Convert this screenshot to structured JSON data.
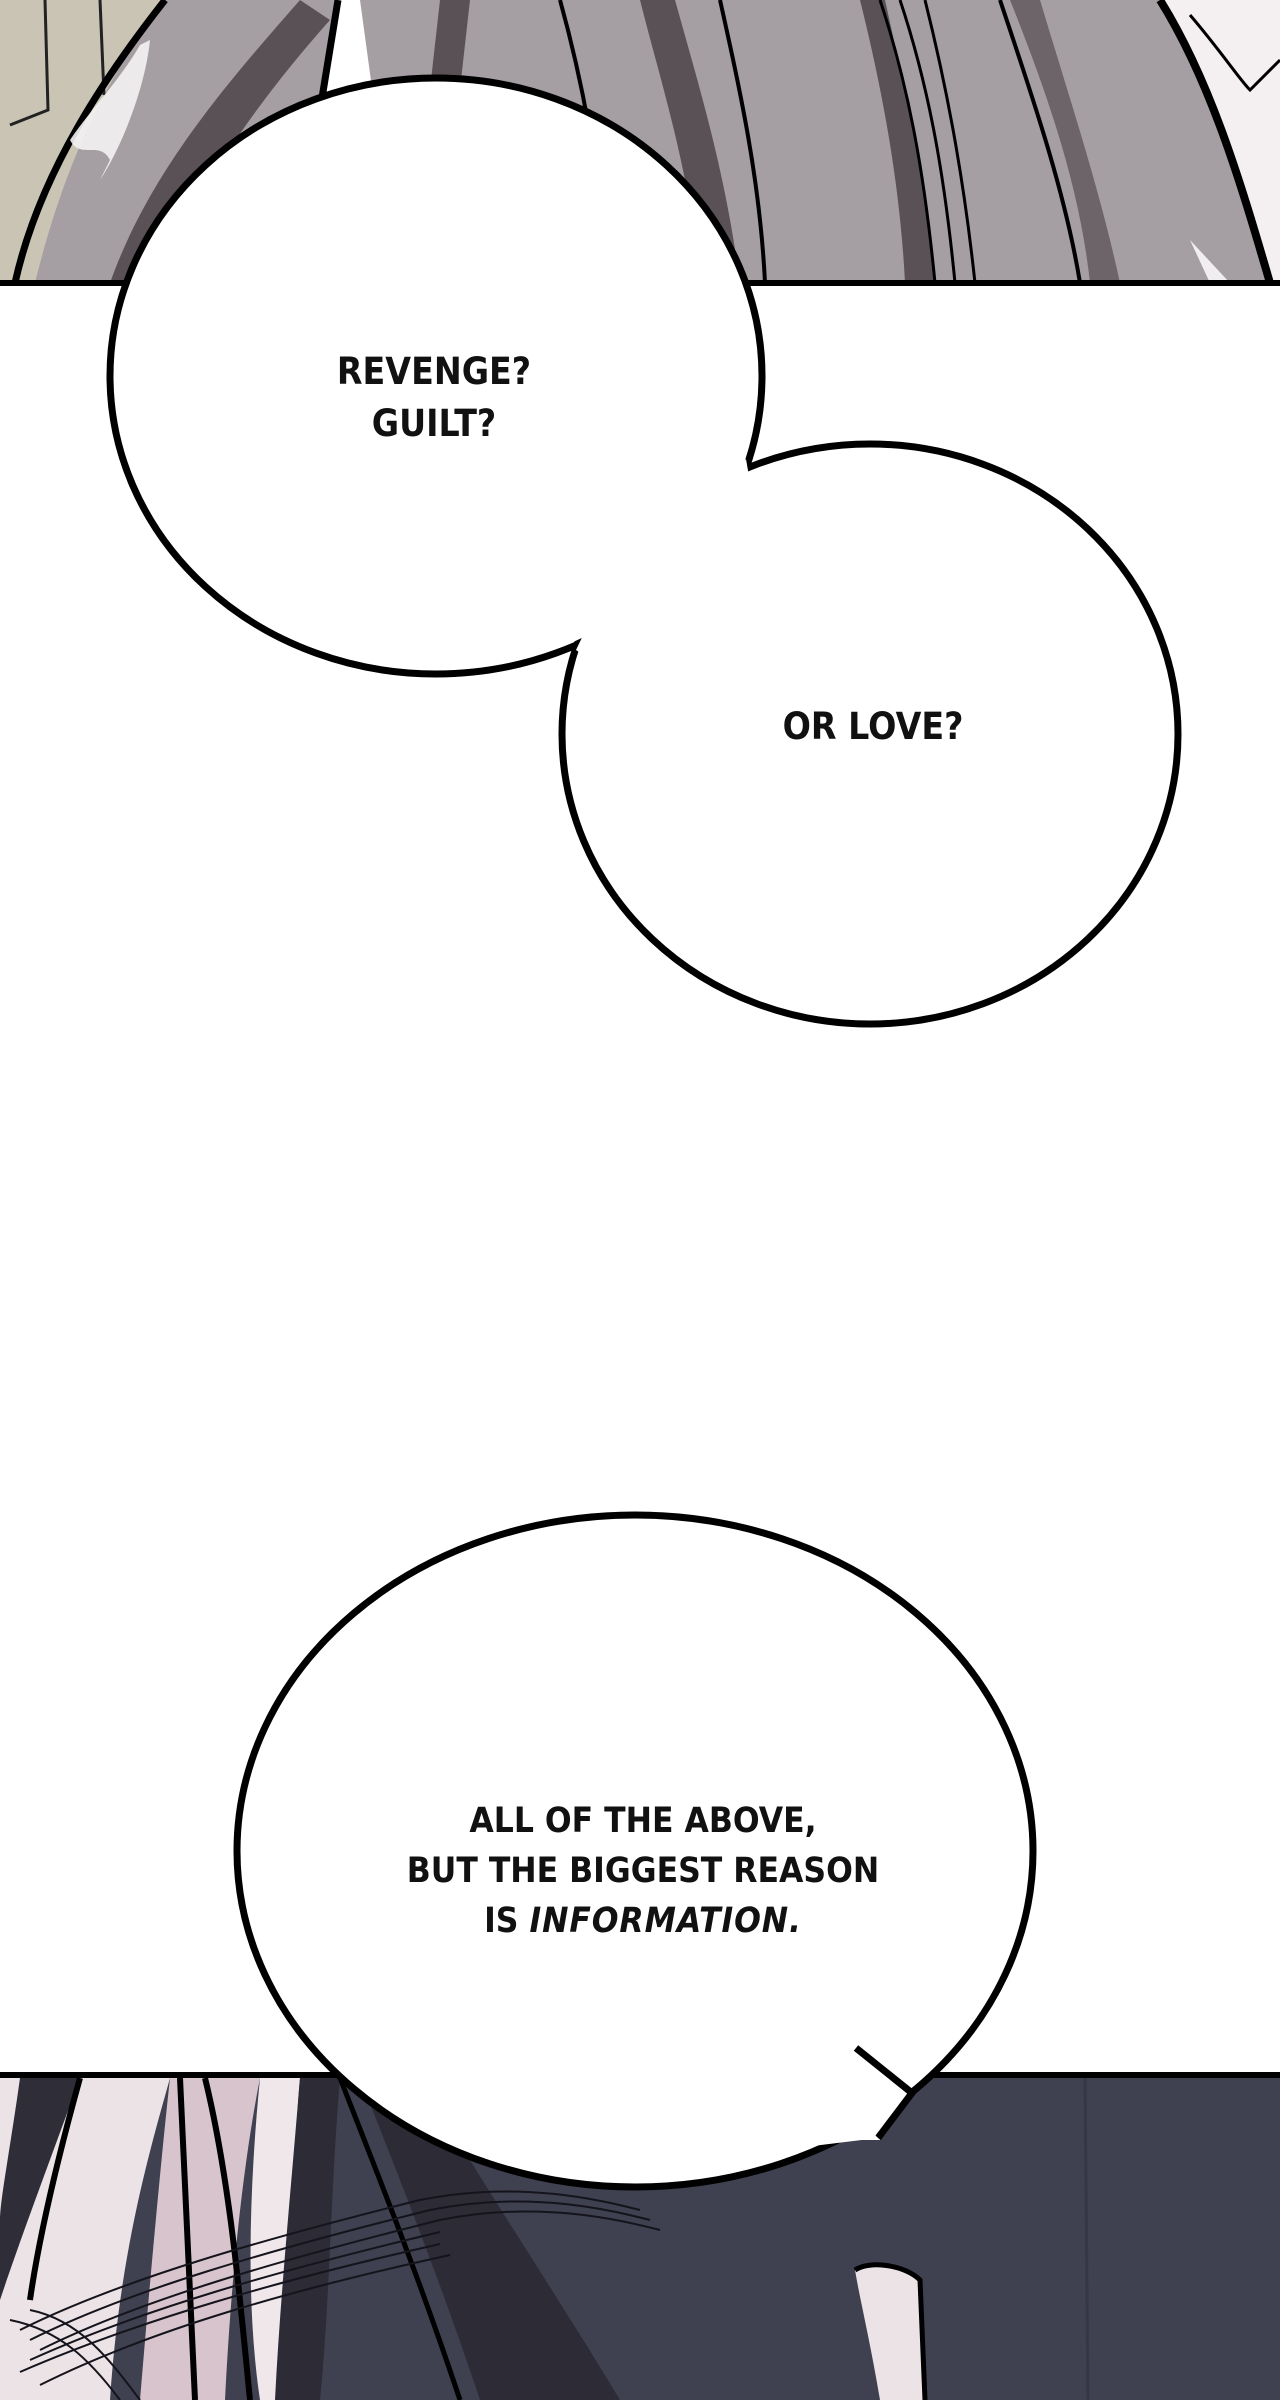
{
  "comic": {
    "panels": [
      {
        "id": "top-panel",
        "description": "grey-toned hair close-up",
        "colors": {
          "light": "#a59ea3",
          "dark": "#5a5157",
          "background": "#c9c4b4",
          "border": "#000000"
        }
      },
      {
        "id": "bottom-panel",
        "description": "dark-haired character close-up with eyelashes",
        "colors": {
          "dark": "#3f4150",
          "hair": "#2c2b36",
          "skin": "#e9dfe2",
          "pink": "#cbb3bd",
          "border": "#000000"
        }
      }
    ],
    "bubbles": [
      {
        "id": "bubble-1",
        "lines": [
          "REVENGE?",
          "GUILT?"
        ]
      },
      {
        "id": "bubble-2",
        "lines": [
          "OR LOVE?"
        ]
      },
      {
        "id": "bubble-3",
        "lines": [
          "ALL OF THE ABOVE,",
          "BUT THE BIGGEST REASON"
        ],
        "last_line_prefix": "IS ",
        "last_line_emphasis": "INFORMATION."
      }
    ]
  }
}
